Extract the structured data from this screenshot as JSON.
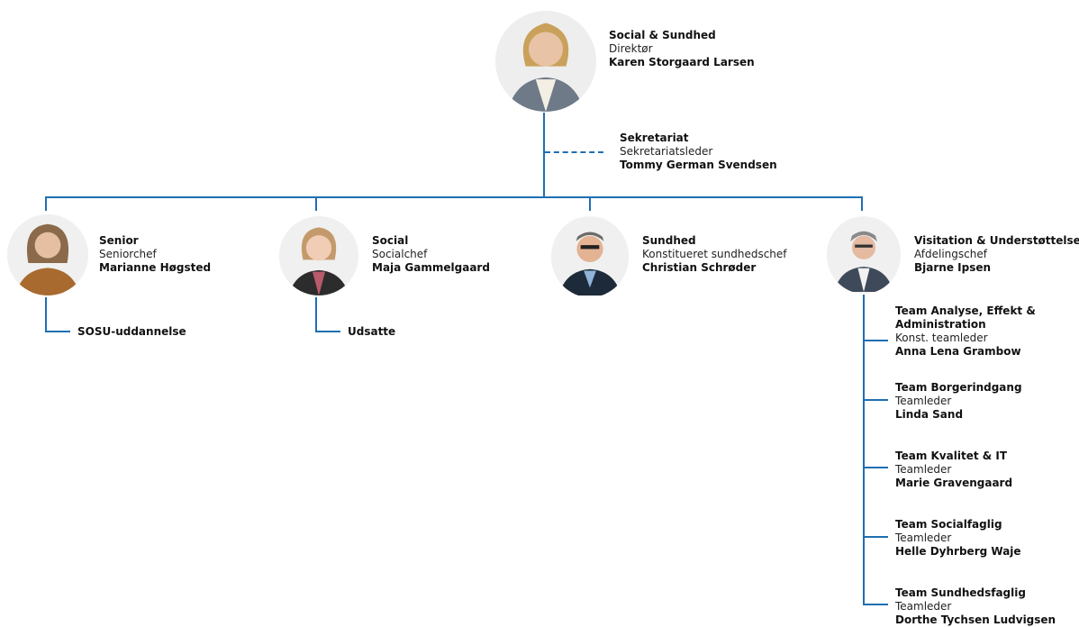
{
  "director": {
    "unit": "Social & Sundhed",
    "role": "Direktør",
    "name": "Karen Storgaard Larsen"
  },
  "secretariat": {
    "unit": "Sekretariat",
    "role": "Sekretariatsleder",
    "name": "Tommy German Svendsen"
  },
  "departments": [
    {
      "unit": "Senior",
      "role": "Seniorchef",
      "name": "Marianne Høgsted",
      "sub": "SOSU-uddannelse"
    },
    {
      "unit": "Social",
      "role": "Socialchef",
      "name": "Maja Gammelgaard",
      "sub": "Udsatte"
    },
    {
      "unit": "Sundhed",
      "role": "Konstitueret sundhedschef",
      "name": "Christian Schrøder"
    },
    {
      "unit": "Visitation & Understøttelse",
      "role": "Afdelingschef",
      "name": "Bjarne Ipsen"
    }
  ],
  "teams": [
    {
      "unit": "Team Analyse, Effekt &",
      "unit2": "Administration",
      "role": "Konst. teamleder",
      "name": "Anna Lena Grambow"
    },
    {
      "unit": "Team Borgerindgang",
      "role": "Teamleder",
      "name": "Linda Sand"
    },
    {
      "unit": "Team Kvalitet & IT",
      "role": "Teamleder",
      "name": "Marie Gravengaard"
    },
    {
      "unit": "Team Socialfaglig",
      "role": "Teamleder",
      "name": "Helle Dyhrberg Waje"
    },
    {
      "unit": "Team Sundhedsfaglig",
      "role": "Teamleder",
      "name": "Dorthe Tychsen Ludvigsen"
    }
  ],
  "colors": {
    "connector": "#1f6fb2"
  }
}
